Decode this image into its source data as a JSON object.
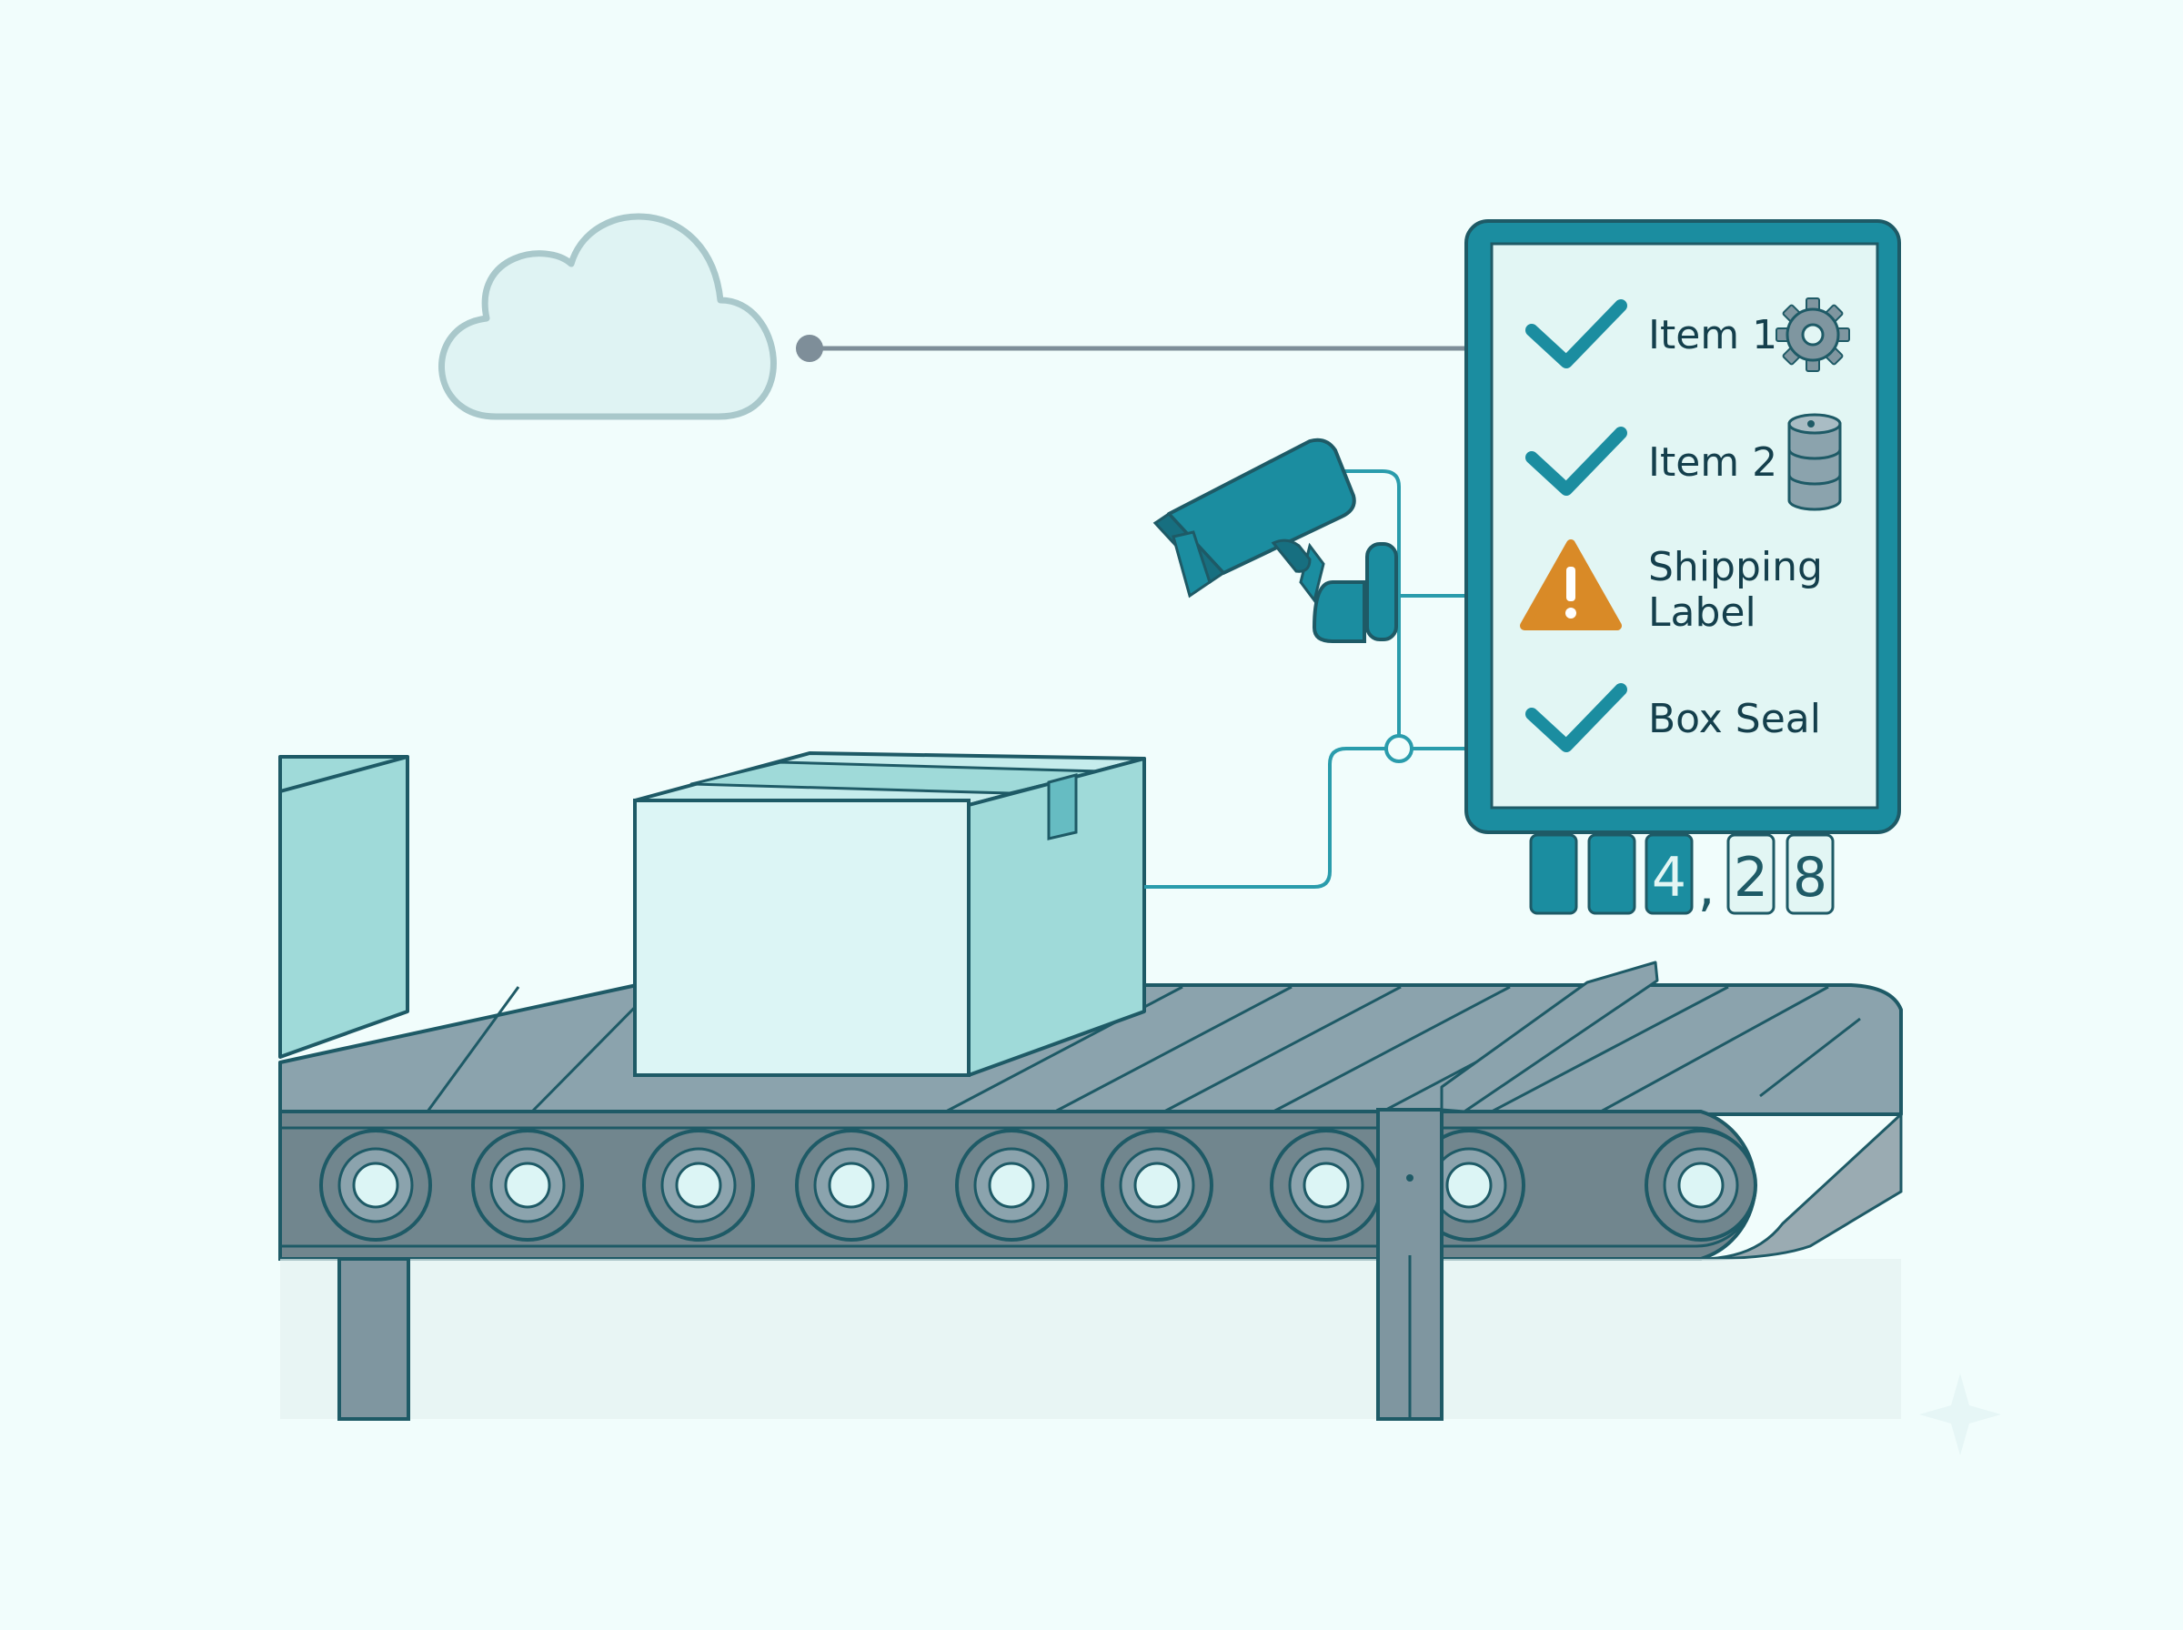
{
  "checklist": [
    {
      "label_lines": [
        "Item 1"
      ],
      "status": "ok",
      "status_icon": "check-icon",
      "aux_icon": "gear-icon"
    },
    {
      "label_lines": [
        "Item 2"
      ],
      "status": "ok",
      "status_icon": "check-icon",
      "aux_icon": "database-icon"
    },
    {
      "label_lines": [
        "Shipping",
        "Label"
      ],
      "status": "warning",
      "status_icon": "warning-triangle-icon",
      "aux_icon": ""
    },
    {
      "label_lines": [
        "Box Seal"
      ],
      "status": "ok",
      "status_icon": "check-icon",
      "aux_icon": ""
    }
  ],
  "counter": {
    "digits": [
      "",
      "",
      "4",
      "2",
      "8"
    ],
    "separator": ","
  },
  "icons": {
    "cloud": "cloud-icon",
    "camera": "security-camera-icon",
    "package": "cardboard-box",
    "conveyor": "conveyor-belt"
  },
  "colors": {
    "background": "#f1fdfc",
    "teal": "#1b8da0",
    "dark_teal": "#176f80",
    "panel_fill": "#e2f6f4",
    "outline": "#1e5a66",
    "warning": "#d98a27",
    "belt": "#7f96a0",
    "box_light": "#dcf5f5",
    "box_mid": "#9fdad9"
  }
}
